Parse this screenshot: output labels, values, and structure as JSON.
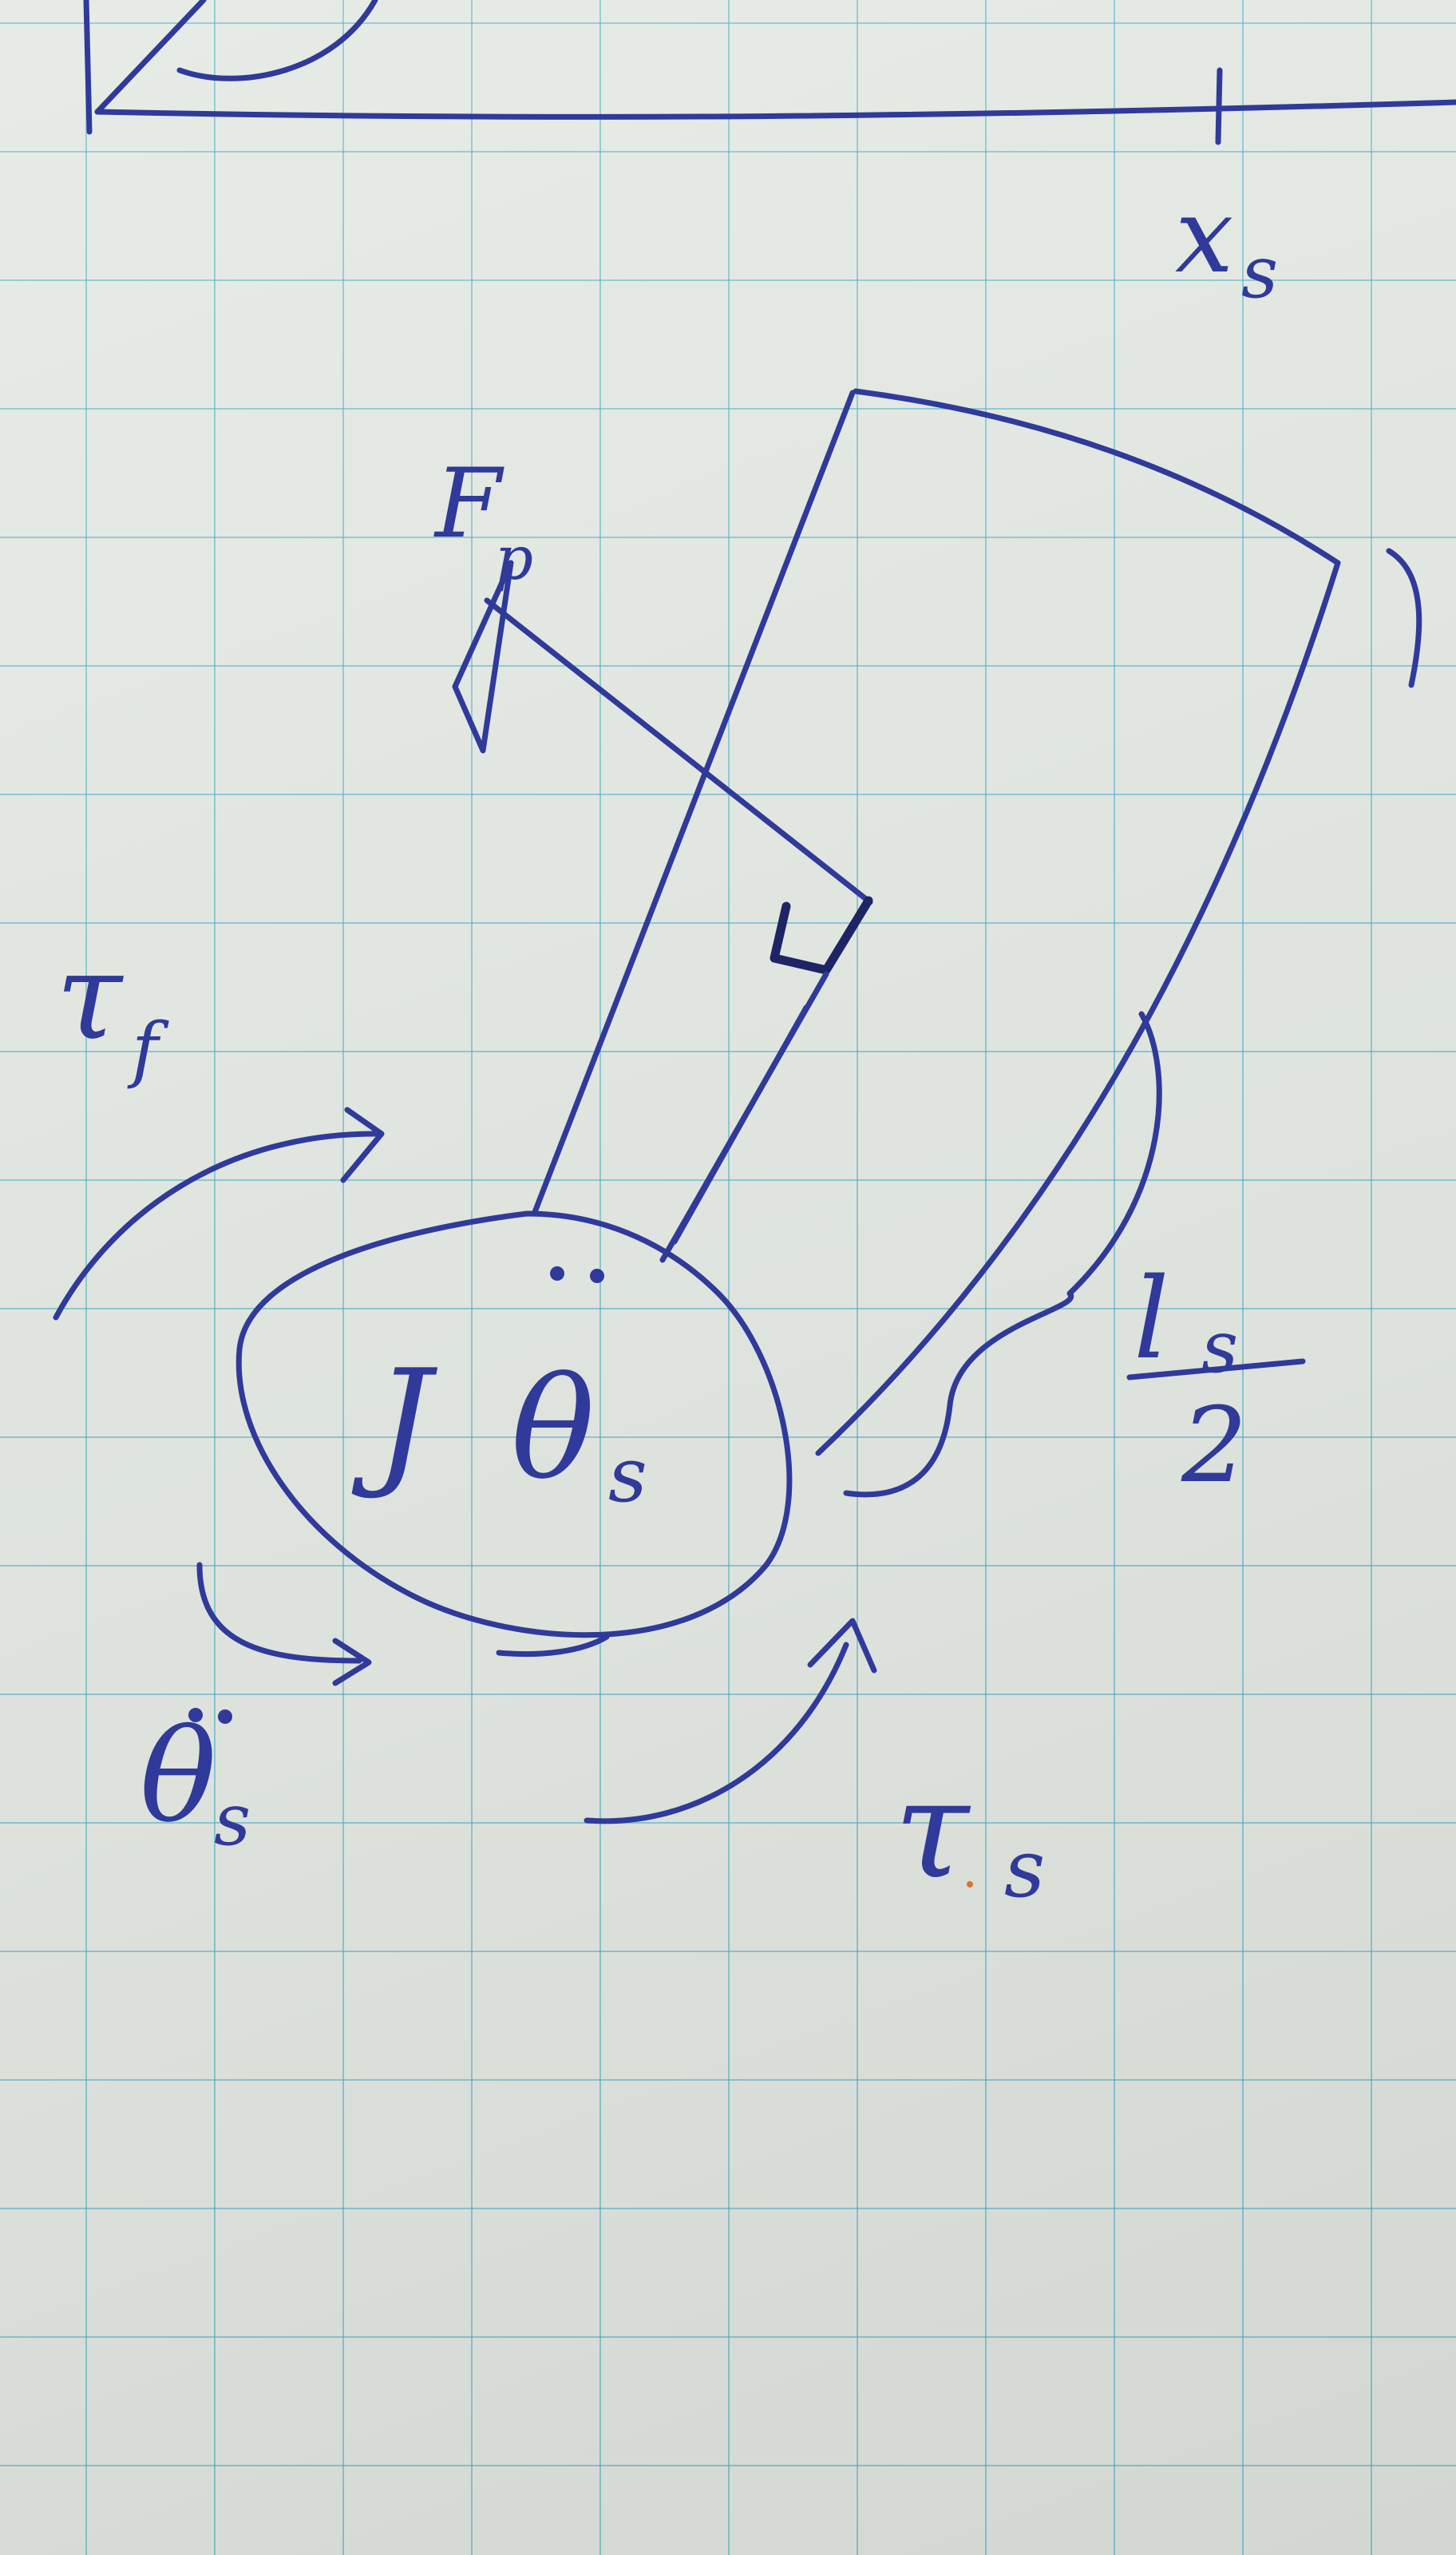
{
  "labels": {
    "xs": "x",
    "xs_sub": "s",
    "force": "F",
    "force_sub": "p",
    "tau_f": "τ",
    "tau_f_sub": "f",
    "j": "J",
    "theta": "θ",
    "theta_sub": "s",
    "tau_s": "τ",
    "tau_s_sub": "s",
    "half_length_num": "l",
    "half_length_sub": "s",
    "half_length_den": "2"
  },
  "colors": {
    "ink": "#2f3a9a",
    "grid": "#46afc8",
    "paper": "#e4e9e3"
  }
}
